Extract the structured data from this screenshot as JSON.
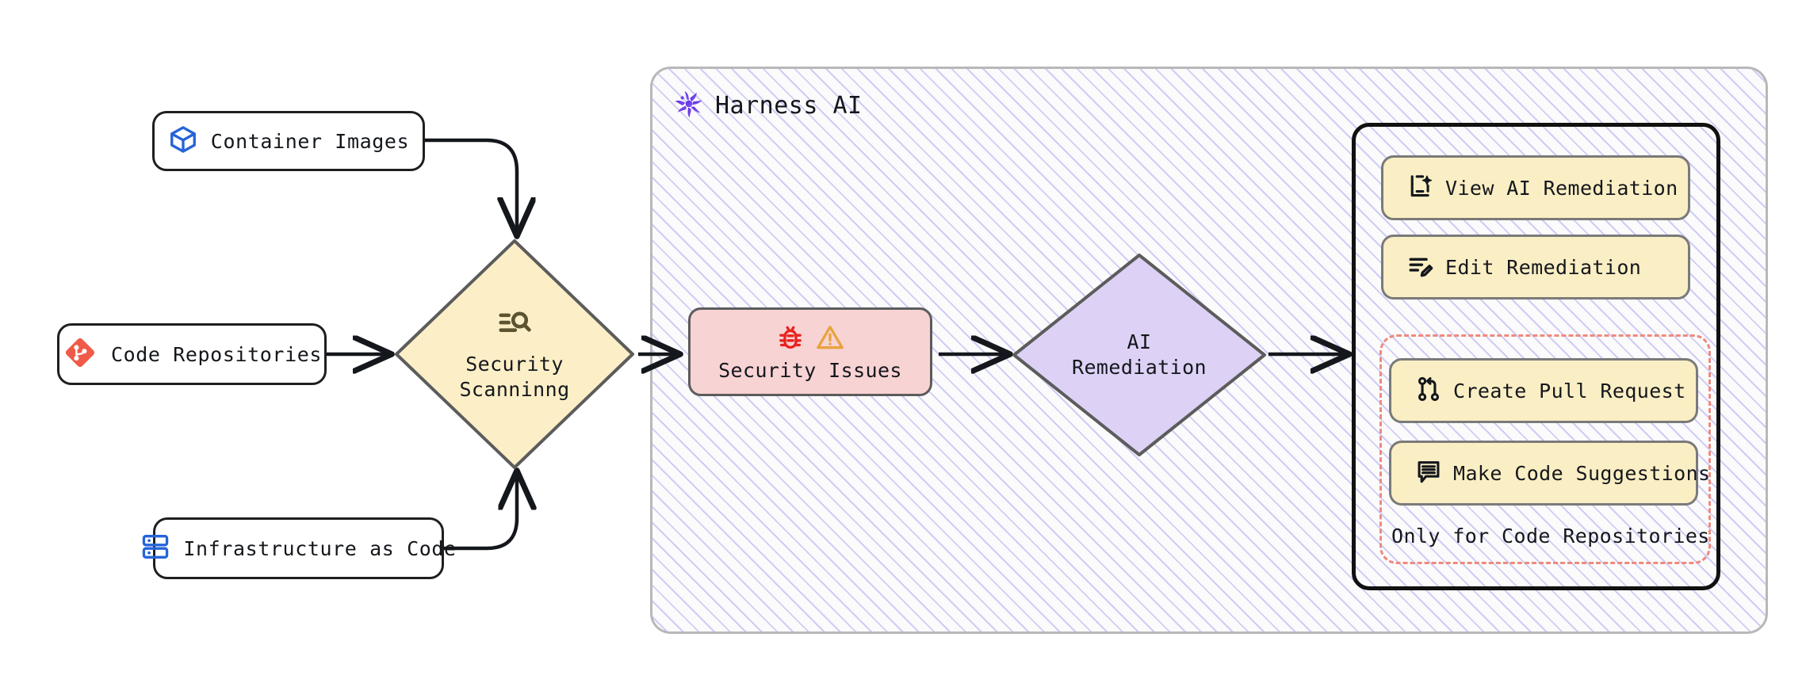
{
  "diagram": {
    "title": "Harness AI security scanning and AI remediation flow",
    "colors": {
      "node_border": "#1f1f1f",
      "scanning_fill": "#fcefc7",
      "issues_fill": "#f8d3d4",
      "remediation_fill": "#ddd2f5",
      "action_fill": "#faeec4",
      "dashed_border": "#ef8a7e",
      "subgraph_border": "#b8b8b8",
      "hatch": "#968beb",
      "git_red": "#ef5b48",
      "container_blue": "#2563d9",
      "iac_blue": "#2563d9",
      "bug_red": "#e8231f",
      "warn_orange": "#e8a33d",
      "harness_purple": "#6438e8"
    }
  },
  "inputs": [
    {
      "id": "container-images",
      "label": "Container Images",
      "icon": "container-cube-icon"
    },
    {
      "id": "code-repositories",
      "label": "Code Repositories",
      "icon": "git-branch-diamond-icon"
    },
    {
      "id": "infrastructure-code",
      "label": "Infrastructure as Code",
      "icon": "server-stack-icon"
    }
  ],
  "scanning": {
    "label": "Security\nScanninng",
    "icon": "list-search-icon"
  },
  "harness": {
    "title": "Harness AI",
    "icon": "harness-pinwheel-icon"
  },
  "issues": {
    "label": "Security Issues",
    "icons": [
      "bug-icon",
      "warning-triangle-icon"
    ]
  },
  "remediation": {
    "label": "AI\nRemediation"
  },
  "actions": {
    "items": [
      {
        "id": "view-ai-remediation",
        "label": "View AI Remediation",
        "icon": "sparkle-document-icon"
      },
      {
        "id": "edit-remediation",
        "label": "Edit Remediation",
        "icon": "list-pencil-icon"
      },
      {
        "id": "create-pull-request",
        "label": "Create Pull Request",
        "icon": "pull-request-icon"
      },
      {
        "id": "make-code-suggestions",
        "label": "Make Code Suggestions",
        "icon": "comment-lines-icon"
      }
    ],
    "note": "Only for Code Repositories"
  },
  "edges": [
    {
      "from": "container-images",
      "to": "scanning",
      "style": "curved-down"
    },
    {
      "from": "code-repositories",
      "to": "scanning",
      "style": "straight"
    },
    {
      "from": "infrastructure-code",
      "to": "scanning",
      "style": "curved-up"
    },
    {
      "from": "scanning",
      "to": "issues",
      "style": "straight"
    },
    {
      "from": "issues",
      "to": "remediation",
      "style": "straight"
    },
    {
      "from": "remediation",
      "to": "actions",
      "style": "straight"
    }
  ]
}
